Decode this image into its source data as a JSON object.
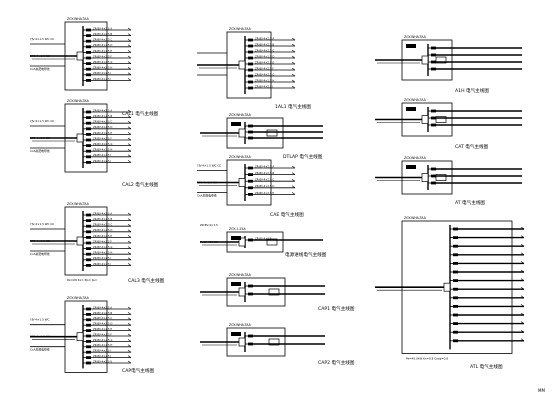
{
  "diagram": {
    "panels": [
      {
        "id": "p1",
        "title": "CAL1 电气主线图",
        "rows": 10,
        "header": "ZGY-WHA-TAA",
        "inputs": [
          "YJV-4×1.5 WC CC",
          "RPS-4×1.5 CC",
          "CxA总配电母线"
        ],
        "note": "",
        "circuits": [
          "ZR-BV-4×2.5 A",
          "ZR-BV-4×2.5 B",
          "ZR-BV-4×2.5 C",
          "ZR-BV-4×2.5 D",
          "ZR-BV-4×2.5 E",
          "ZR-BV-4×2.5 F",
          "ZR-BV-4×2.5 G",
          "ZR-BV-4×2.5 H",
          "ZR-BV-4×2.5 I",
          "ZR-BV-4×2.5 J"
        ]
      },
      {
        "id": "p2",
        "title": "CAL2 电气主线图",
        "rows": 10,
        "header": "ZGY-WHA-TAA",
        "inputs": [
          "YJV-4×1.5 WC CC",
          "RPS-4×1.5 CC",
          "CxA总配电母线"
        ],
        "note": "",
        "circuits": [
          "ZR-BV-4×2.5 A",
          "ZR-BV-4×2.5 B",
          "ZR-BV-4×2.5 C",
          "ZR-BV-4×2.5 D",
          "ZR-BV-4×2.5 E",
          "ZR-BV-4×2.5 F",
          "ZR-BV-4×2.5 G",
          "ZR-BV-4×2.5 H",
          "ZR-BV-4×2.5 I",
          "ZR-BV-4×2.5 J"
        ]
      },
      {
        "id": "p3",
        "title": "CAL3 电气主线图",
        "rows": 10,
        "header": "ZGY-WHA-TAA",
        "inputs": [
          "YJV-4×1.5 WC CC",
          "RPS-4×1.5 CC",
          "CxA总配电母线"
        ],
        "note": "Pe=kW Kx=  Pjs=  Ijs=",
        "circuits": [
          "ZR-BV-4×2.5 A",
          "ZR-BV-4×2.5 B",
          "ZR-BV-4×2.5 C",
          "ZR-BV-4×2.5 D",
          "ZR-BV-4×2.5 E",
          "ZR-BV-4×2.5 F",
          "ZR-BV-4×2.5 G",
          "ZR-BV-4×2.5 H",
          "ZR-BV-4×2.5 I",
          "ZR-BV-4×2.5 J"
        ]
      },
      {
        "id": "p4",
        "title": "CAP电气主线图",
        "rows": 11,
        "header": "ZGY-WHA-TAA",
        "inputs": [
          "YJV-4×1.5 WC",
          "RPS-4×1.5 CC",
          "CxA总配电母线"
        ],
        "note": "",
        "circuits": [
          "ZR-BV-4×2.5 A",
          "ZR-BV-4×2.5 B",
          "ZR-BV-4×2.5 C",
          "ZR-BV-4×2.5 D",
          "ZR-BV-4×2.5 E",
          "ZR-BV-4×2.5 F",
          "ZR-BV-4×2.5 G",
          "ZR-BV-4×2.5 H",
          "ZR-BV-4×2.5 I",
          "ZR-BV-4×2.5 J",
          "ZR-BV-4×2.5 K"
        ]
      },
      {
        "id": "p5",
        "title": "1AL1 电气主线图",
        "rows": 9,
        "header": "ZGY-WHA-TAA",
        "inputs": [
          "",
          "",
          ""
        ],
        "note": "",
        "circuits": [
          "ZR-BV-4×2.5 A",
          "ZR-BV-4×2.5 B",
          "ZR-BV-4×2.5 C",
          "ZR-BV-4×2.5 D",
          "ZR-BV-4×2.5 E",
          "ZR-BV-4×2.5 F",
          "ZR-BV-4×2.5 G",
          "ZR-BV-4×2.5 H",
          "ZR-BV-4×2.5 I"
        ]
      },
      {
        "id": "p6",
        "title": "DTLAP 电气主线图",
        "rows": 3,
        "header": "ZGY-WHA-TAA",
        "inputs": [
          "",
          "",
          ""
        ],
        "note": "",
        "circuits": [
          "",
          "",
          ""
        ]
      },
      {
        "id": "p7",
        "title": "CAE 电气主线图",
        "rows": 5,
        "header": "ZGY-WHA-TAA",
        "inputs": [
          "YJV-4×1.5 WC CC",
          "RPS-4×1.5 CC",
          "CxA总配电母线"
        ],
        "note": "",
        "circuits": [
          "ZR-BV-4×2.5 A",
          "ZR-BV-4×2.5 B",
          "ZR-BV-4×2.5 C",
          "ZR-BV-4×2.5 D",
          "ZR-BV-4×2.5 E"
        ]
      },
      {
        "id": "p8",
        "title": "电源进线电气主线图",
        "rows": 1,
        "header": "ZGY-1-25A",
        "inputs": [
          "ZR-BV-4×1.5",
          "PVC4 WC CC"
        ],
        "note": "",
        "circuits": [
          "ZR-BV-4×2.5"
        ]
      },
      {
        "id": "p9",
        "title": "CAP1 电气主线图",
        "rows": 2,
        "header": "ZGY-WHA-TAA",
        "inputs": [
          "",
          "",
          ""
        ],
        "note": "",
        "circuits": [
          "",
          ""
        ]
      },
      {
        "id": "p10",
        "title": "CAP2 电气主线图",
        "rows": 2,
        "header": "ZGY-WHA-TAA",
        "inputs": [
          "",
          "",
          ""
        ],
        "note": "",
        "circuits": [
          "",
          ""
        ]
      },
      {
        "id": "p11",
        "title": "A1H 电气主线图",
        "rows": 4,
        "header": "ZGY-WHA-TAA",
        "inputs": [],
        "note": "",
        "circuits": [
          "",
          "",
          "",
          ""
        ]
      },
      {
        "id": "p12",
        "title": "CAT 电气主线图",
        "rows": 3,
        "header": "ZGY-WHA-TAA",
        "inputs": [],
        "note": "",
        "circuits": [
          "",
          "",
          ""
        ]
      },
      {
        "id": "p13",
        "title": "AT 电气主线图",
        "rows": 3,
        "header": "ZGY-WHA-TAA",
        "inputs": [],
        "note": "",
        "circuits": [
          "",
          "",
          ""
        ]
      },
      {
        "id": "p14",
        "title": "ATL 电气主线图",
        "rows": 14,
        "header": "ZGY-WHA-TAA",
        "inputs": [],
        "note": "Pe=45.0kW Kx=0.8 Cosφ=0.8",
        "circuits": [
          "",
          "",
          "",
          "",
          "",
          "",
          "",
          "",
          "",
          "",
          "",
          "",
          "",
          ""
        ]
      }
    ],
    "corner_note": "MM"
  }
}
